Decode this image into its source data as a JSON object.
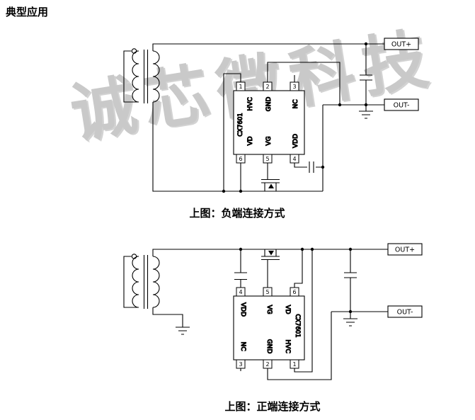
{
  "page": {
    "title": "典型应用",
    "watermark": "诚芯微科技"
  },
  "top_circuit": {
    "caption": "上图：负端连接方式",
    "out_plus": "OUT+",
    "out_minus": "OUT-",
    "ic_name": "CX7601",
    "pins": {
      "p1": {
        "num": "1",
        "label": "HVC"
      },
      "p2": {
        "num": "2",
        "label": "GND"
      },
      "p3": {
        "num": "3",
        "label": "NC"
      },
      "p4": {
        "num": "4",
        "label": "VDD"
      },
      "p5": {
        "num": "5",
        "label": "VG"
      },
      "p6": {
        "num": "6",
        "label": "VD"
      }
    }
  },
  "bottom_circuit": {
    "caption": "上图：正端连接方式",
    "out_plus": "OUT+",
    "out_minus": "OUT-",
    "ic_name": "CX7601",
    "pins": {
      "p1": {
        "num": "1",
        "label": "HVC"
      },
      "p2": {
        "num": "2",
        "label": "GND"
      },
      "p3": {
        "num": "3",
        "label": "NC"
      },
      "p4": {
        "num": "4",
        "label": "VDD"
      },
      "p5": {
        "num": "5",
        "label": "VG"
      },
      "p6": {
        "num": "6",
        "label": "VD"
      }
    }
  }
}
